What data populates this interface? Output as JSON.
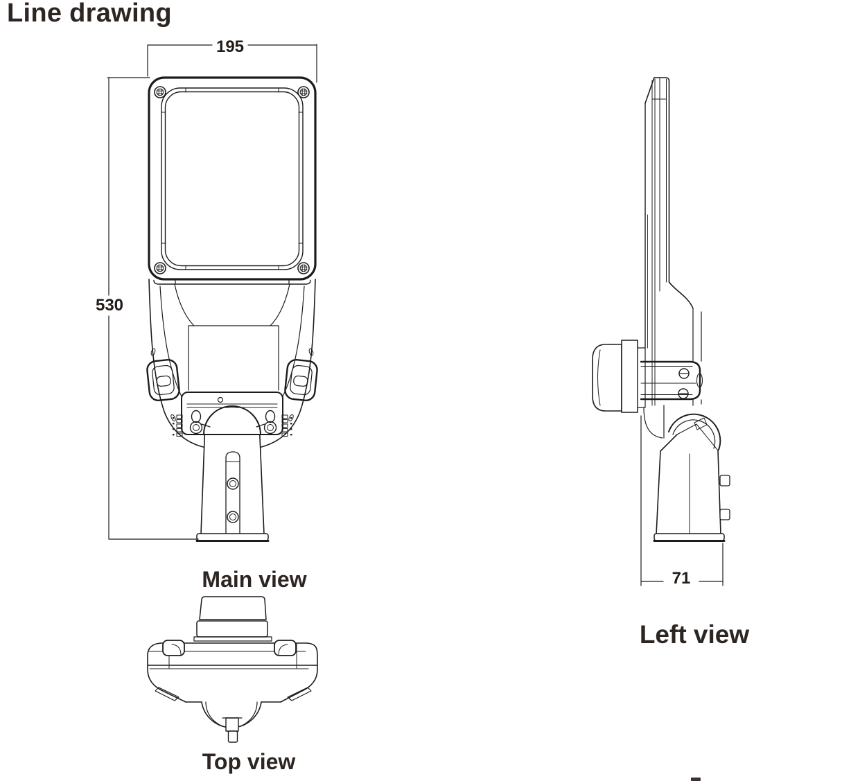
{
  "title": "Line drawing",
  "views": {
    "main": {
      "label": "Main view"
    },
    "left": {
      "label": "Left view"
    },
    "top": {
      "label": "Top view"
    }
  },
  "dimensions": {
    "main_width": "195",
    "main_height": "530",
    "left_depth": "71"
  },
  "colors": {
    "line": "#1c1c1c",
    "text": "#2d2521",
    "background": "#ffffff"
  }
}
